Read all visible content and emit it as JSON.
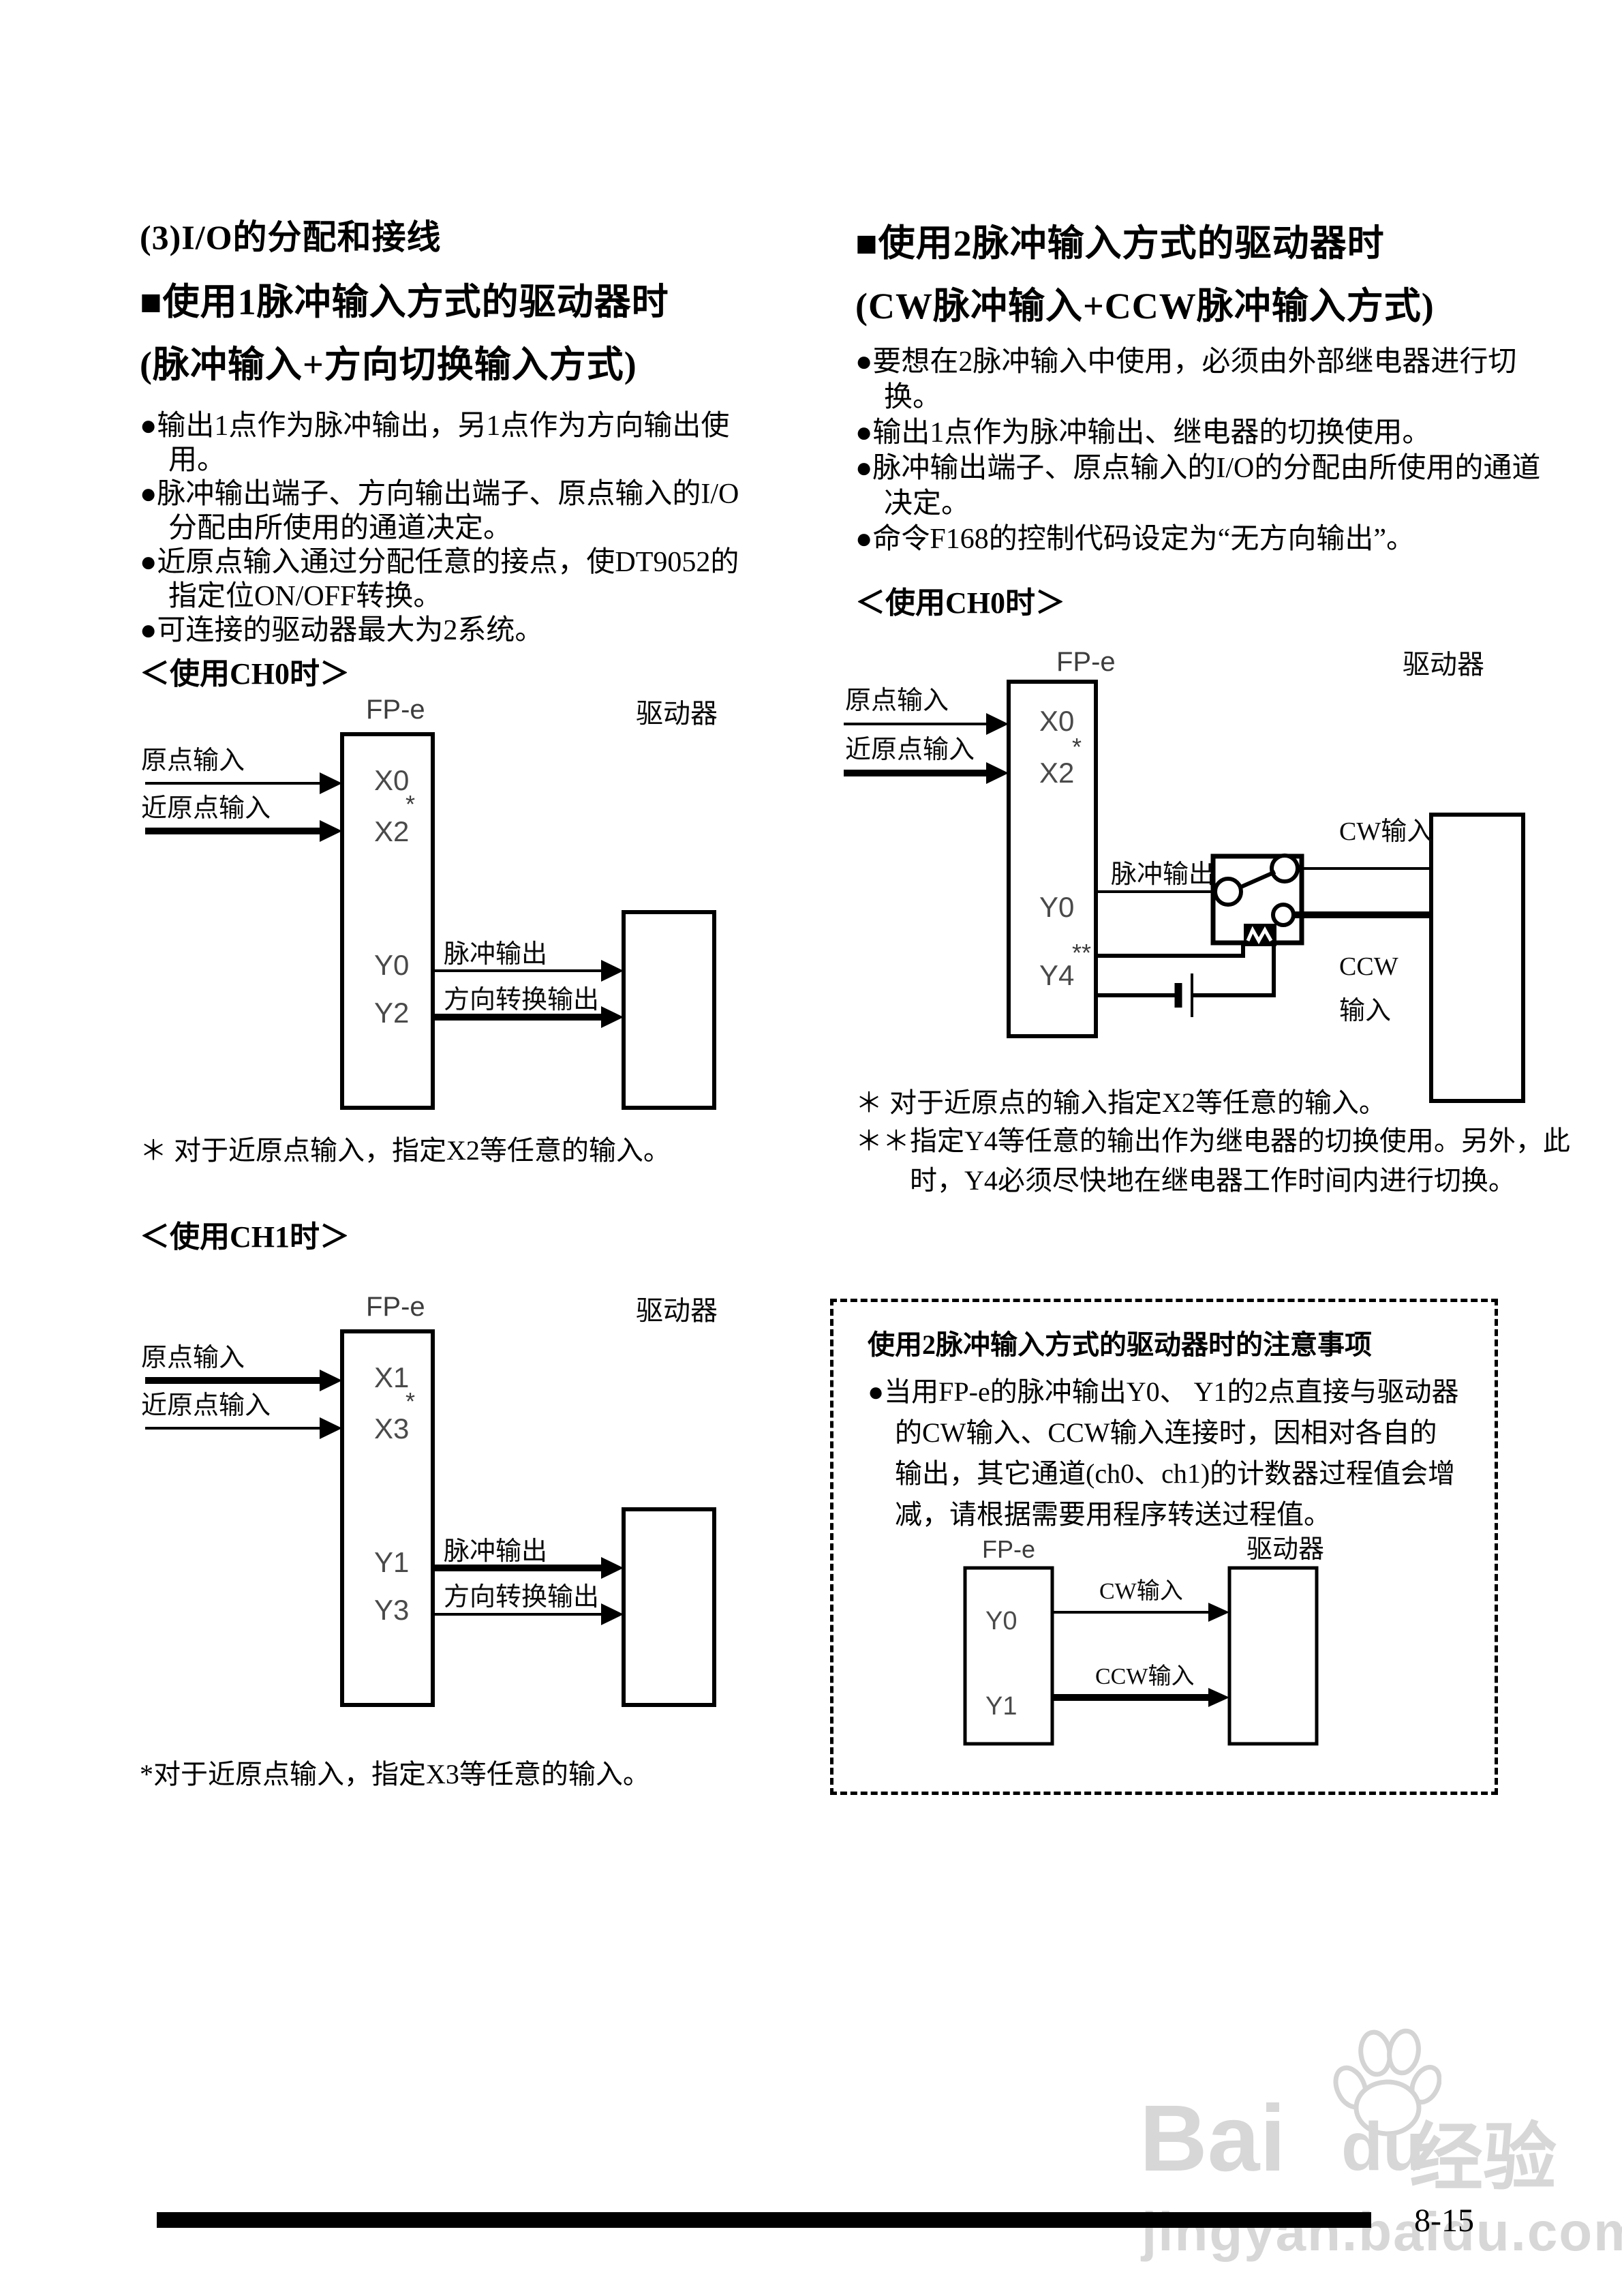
{
  "page": {
    "number": "8-15",
    "watermark": {
      "logo_latin_1": "Bai",
      "logo_latin_2": "du",
      "logo_cjk": "经验",
      "domain": "jingyan.baidu.com"
    }
  },
  "left": {
    "heading": "(3)I/O的分配和接线",
    "subheading": "■使用1脉冲输入方式的驱动器时",
    "subheading2": "(脉冲输入+方向切换输入方式)",
    "bullets": [
      "●输出1点作为脉冲输出，另1点作为方向输出使用。",
      "●脉冲输出端子、方向输出端子、原点输入的I/O分配由所使用的通道决定。",
      "●近原点输入通过分配任意的接点，使DT9052的指定位ON/OFF转换。",
      "●可连接的驱动器最大为2系统。"
    ],
    "ch0": {
      "caption": "＜使用CH0时＞",
      "plc": "FP-e",
      "driver": "驱动器",
      "in1_label": "原点输入",
      "in1_port": "X0",
      "in2_label": "近原点输入",
      "in2_port": "X2",
      "in2_mark": "*",
      "out1_label": "脉冲输出",
      "out1_port": "Y0",
      "out2_label": "方向转换输出",
      "out2_port": "Y2",
      "note": "＊ 对于近原点输入，指定X2等任意的输入。"
    },
    "ch1": {
      "caption": "＜使用CH1时＞",
      "plc": "FP-e",
      "driver": "驱动器",
      "in1_label": "原点输入",
      "in1_port": "X1",
      "in2_label": "近原点输入",
      "in2_port": "X3",
      "in2_mark": "*",
      "out1_label": "脉冲输出",
      "out1_port": "Y1",
      "out2_label": "方向转换输出",
      "out2_port": "Y3",
      "note": "*对于近原点输入，指定X3等任意的输入。"
    }
  },
  "right": {
    "subheading": "■使用2脉冲输入方式的驱动器时",
    "subheading2": "(CW脉冲输入+CCW脉冲输入方式)",
    "bullets": [
      "●要想在2脉冲输入中使用，必须由外部继电器进行切换。",
      "●输出1点作为脉冲输出、继电器的切换使用。",
      "●脉冲输出端子、原点输入的I/O的分配由所使用的通道决定。",
      "●命令F168的控制代码设定为“无方向输出”。"
    ],
    "ch0": {
      "caption": "＜使用CH0时＞",
      "plc": "FP-e",
      "driver": "驱动器",
      "in1_label": "原点输入",
      "in1_port": "X0",
      "in2_label": "近原点输入",
      "in2_port": "X2",
      "in2_mark": "*",
      "pulse_label": "脉冲输出",
      "pulse_port": "Y0",
      "relay_port": "Y4",
      "relay_mark": "**",
      "cw_label": "CW输入",
      "ccw_label_1": "CCW",
      "ccw_label_2": "输入"
    },
    "notes": [
      "＊ 对于近原点的输入指定X2等任意的输入。",
      "＊＊指定Y4等任意的输出作为继电器的切换使用。另外，此时，Y4必须尽快地在继电器工作时间内进行切换。"
    ],
    "notice": {
      "title": "使用2脉冲输入方式的驱动器时的注意事项",
      "bullet": "●当用FP-e的脉冲输出Y0、 Y1的2点直接与驱动器的CW输入、CCW输入连接时，因相对各自的输出，其它通道(ch0、ch1)的计数器过程值会增减，请根据需要用程序转送过程值。",
      "diagram": {
        "plc": "FP-e",
        "driver": "驱动器",
        "out1_port": "Y0",
        "out1_label": "CW输入",
        "out2_port": "Y1",
        "out2_label": "CCW输入"
      }
    }
  }
}
